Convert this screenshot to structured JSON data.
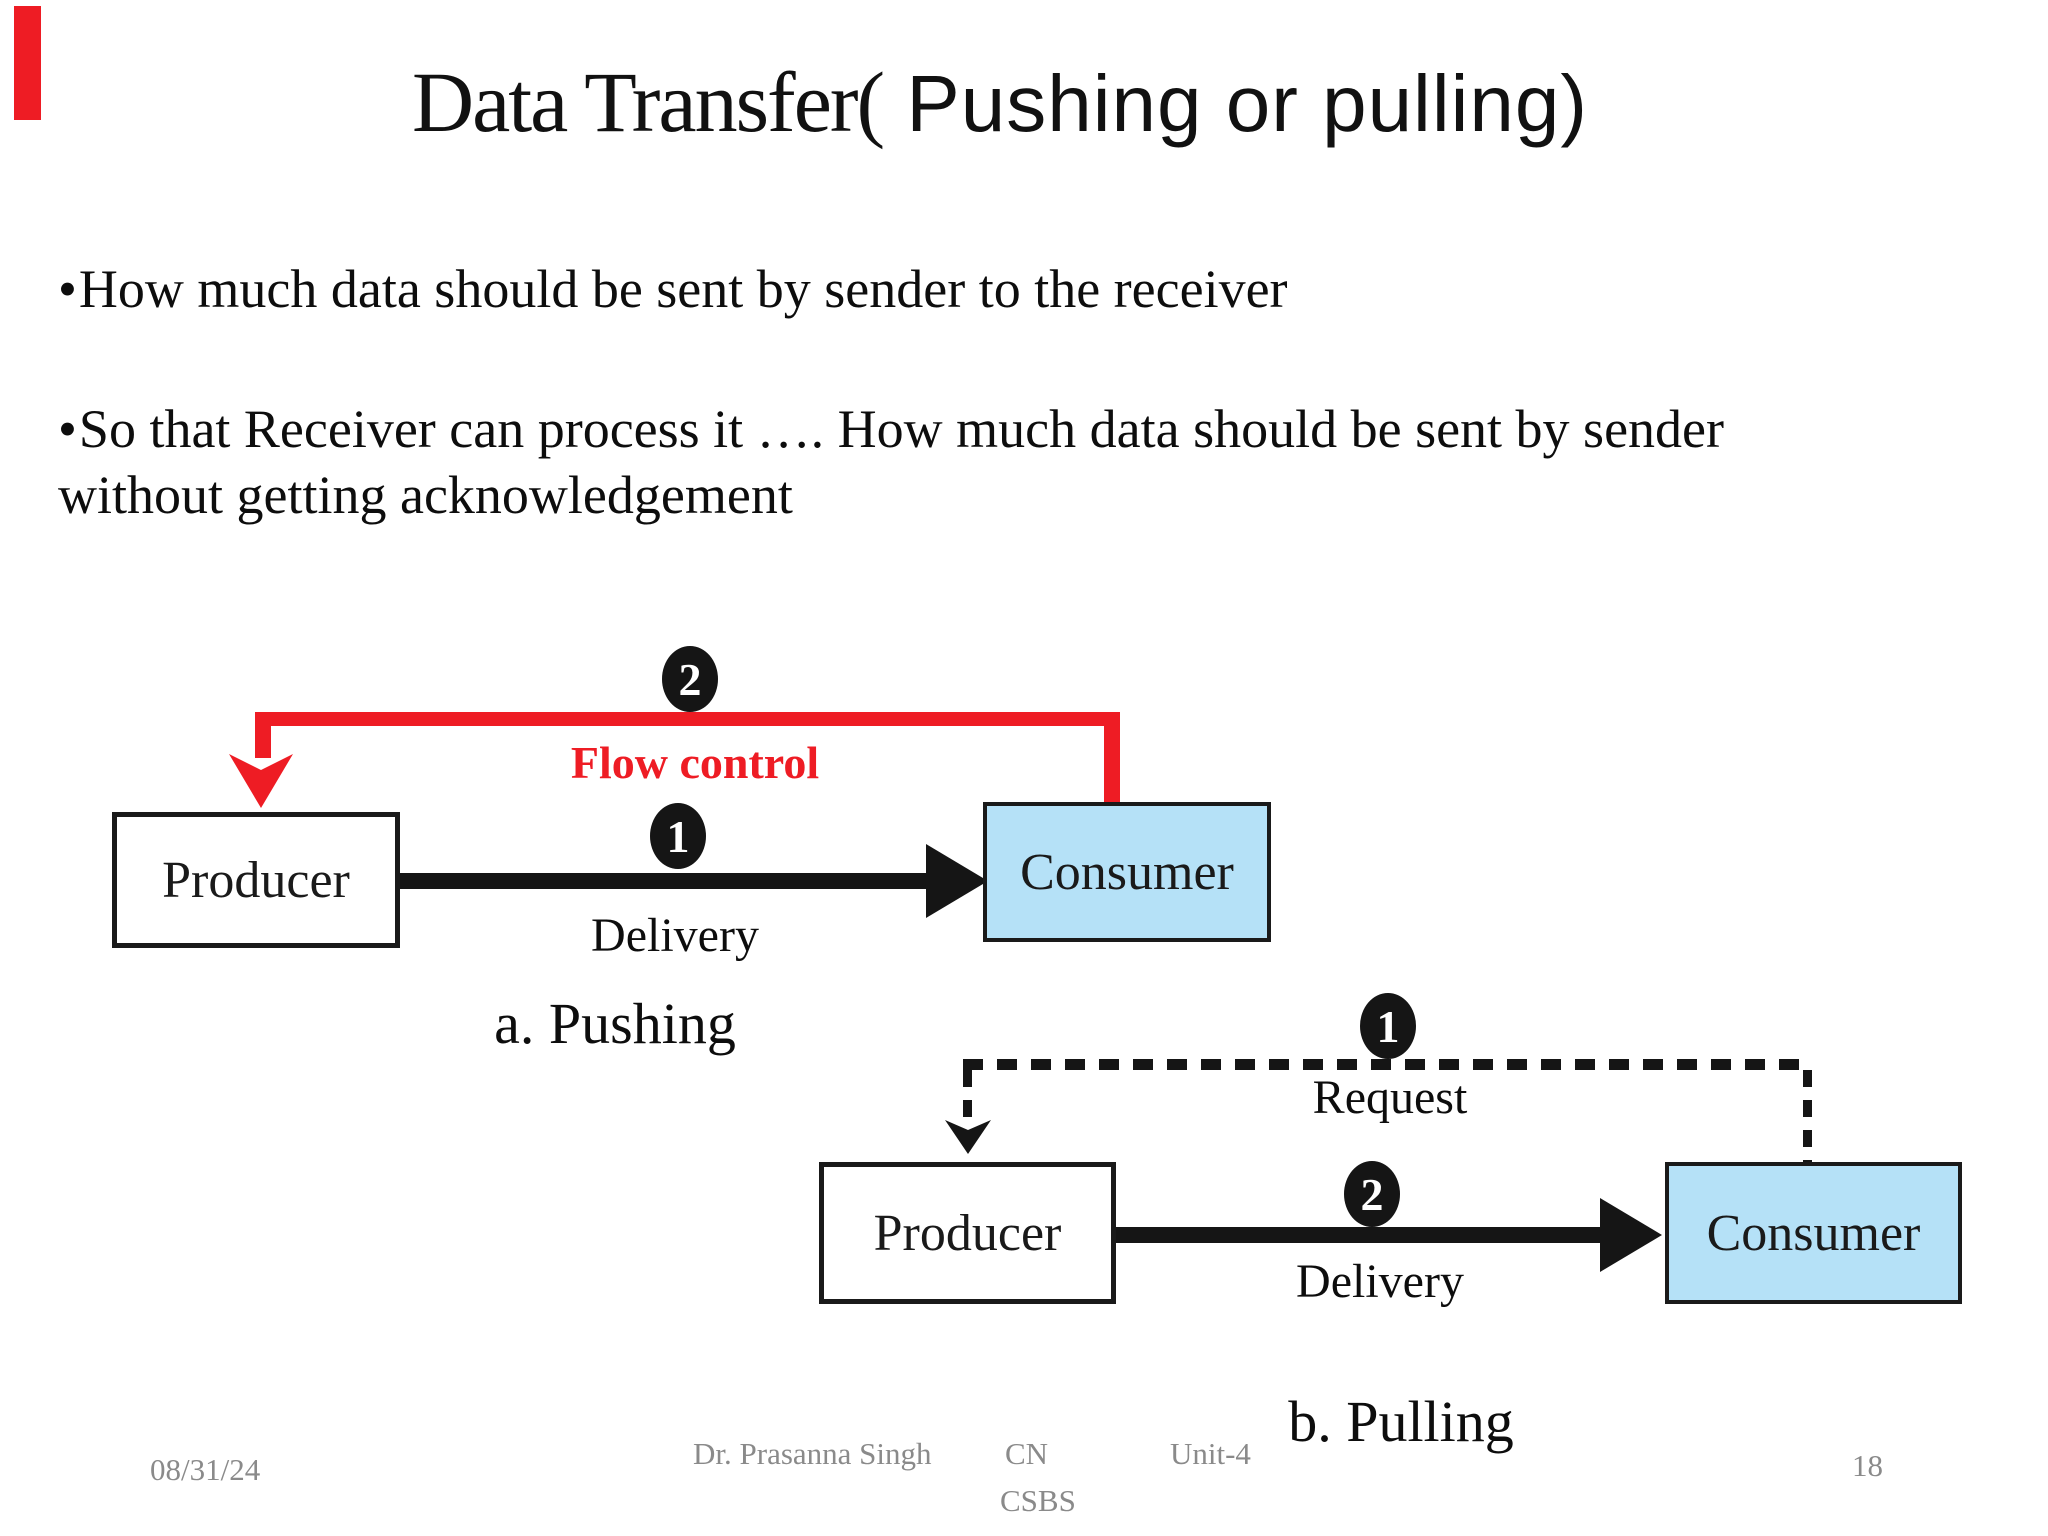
{
  "slide": {
    "title": {
      "serif_part": "Data Transfer(",
      "sans_part": " Pushing or pulling)"
    },
    "bullet_char": "•",
    "bullets": [
      "How much data should be sent by sender to the receiver",
      "So that Receiver can process it …. How much data should be sent by sender without getting acknowledgement"
    ]
  },
  "diagram_pushing": {
    "caption": "a. Pushing",
    "producer_label": "Producer",
    "consumer_label": "Consumer",
    "flow_control_label": "Flow control",
    "delivery_label": "Delivery",
    "step_flow_control": "2",
    "step_delivery": "1"
  },
  "diagram_pulling": {
    "caption": "b. Pulling",
    "producer_label": "Producer",
    "consumer_label": "Consumer",
    "request_label": "Request",
    "delivery_label": "Delivery",
    "step_request": "1",
    "step_delivery": "2"
  },
  "footer": {
    "date": "08/31/24",
    "author": "Dr. Prasanna Singh",
    "course": "CN",
    "department": "CSBS",
    "unit": "Unit-4",
    "page_number": "18"
  },
  "colors": {
    "accent_red": "#ee1c24",
    "consumer_fill": "#b5e1f7",
    "footer_gray": "#8a8a8a"
  }
}
